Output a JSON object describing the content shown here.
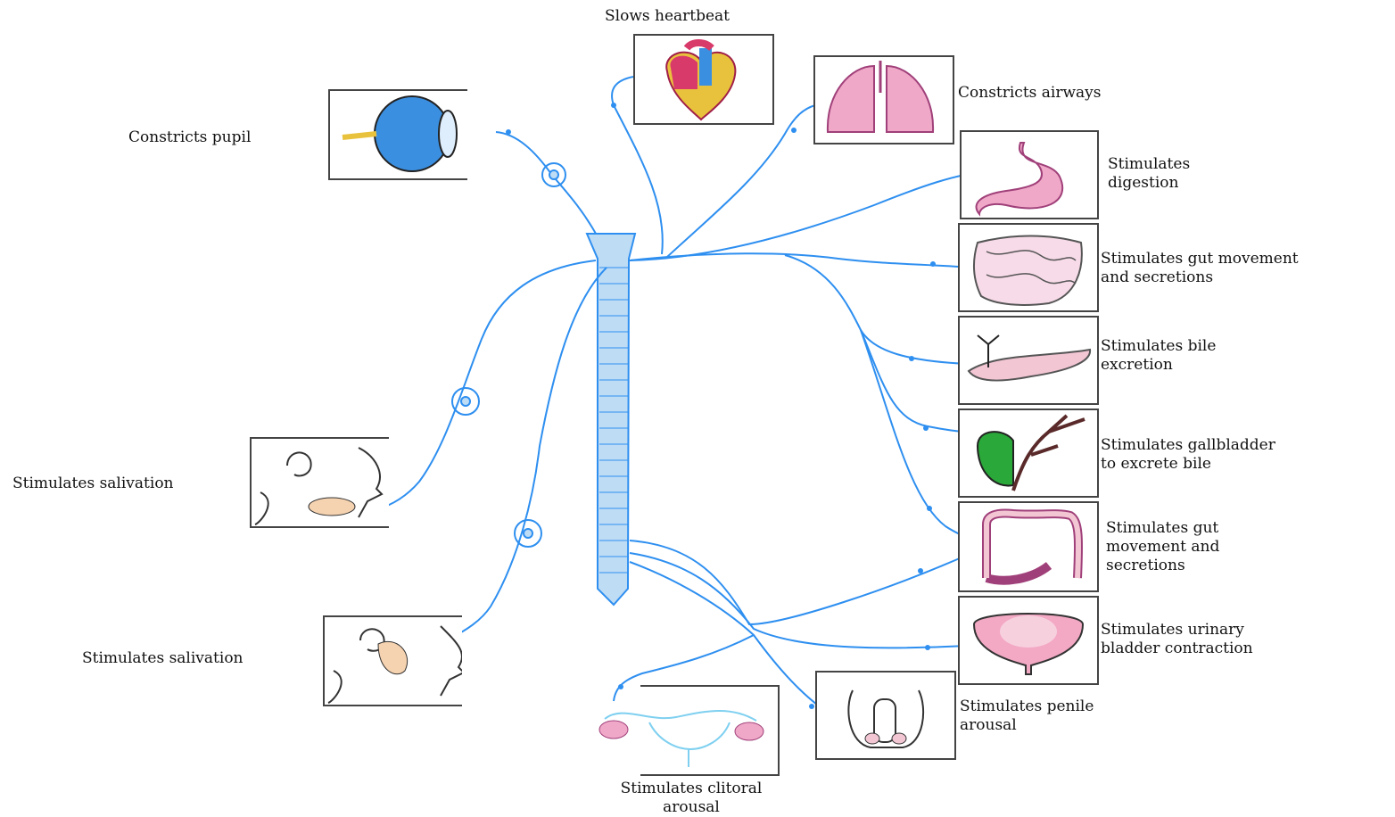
{
  "diagram": {
    "colors": {
      "nerve": "#2e8ff0",
      "cord": "#bfdcf5",
      "heart": "#d83a6a",
      "organ_pink": "#f0a8c8",
      "eye_blue": "#3b8fe0",
      "gallbladder": "#2aa83a",
      "skin": "#f5d2b0"
    },
    "labels": {
      "heart": "Slows heartbeat",
      "lungs": "Constricts airways",
      "eye": "Constricts pupil",
      "stomach": "Stimulates\ndigestion",
      "intestine": "Stimulates gut movement\nand secretions",
      "pancreas": "Stimulates bile\nexcretion",
      "gallbladder": "Stimulates gallbladder\nto excrete bile",
      "colon": "Stimulates gut\nmovement and\nsecretions",
      "bladder": "Stimulates urinary\nbladder contraction",
      "penis": "Stimulates penile\narousal",
      "uterus": "Stimulates clitoral\narousal",
      "salivation_upper": "Stimulates salivation",
      "salivation_lower": "Stimulates salivation"
    },
    "icons": {
      "heart": "heart-icon",
      "lungs": "lungs-icon",
      "eye": "eye-icon",
      "stomach": "stomach-icon",
      "intestine": "small-intestine-icon",
      "pancreas": "pancreas-icon",
      "gallbladder": "gallbladder-icon",
      "colon": "large-intestine-icon",
      "bladder": "urinary-bladder-icon",
      "penis": "penis-icon",
      "uterus": "uterus-ovaries-icon",
      "salivation_upper": "submandibular-gland-icon",
      "salivation_lower": "parotid-gland-icon"
    }
  }
}
